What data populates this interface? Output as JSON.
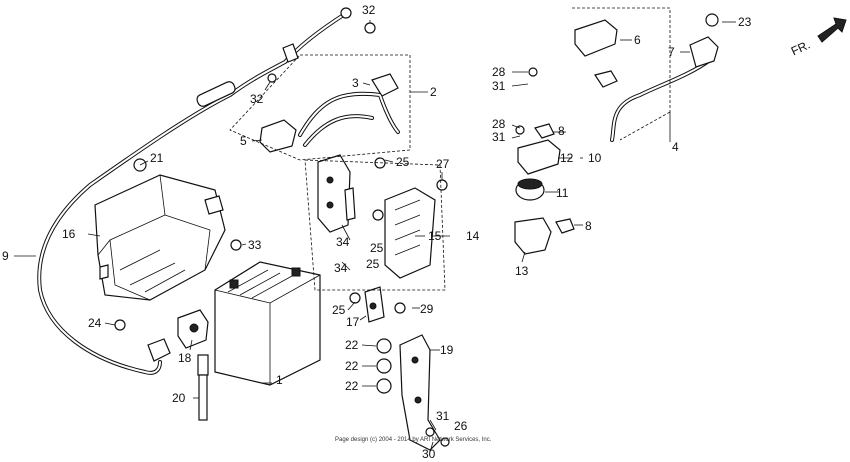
{
  "direction_label": "FR.",
  "footer": "Page design (c) 2004 - 2014 by ARI Network Services, Inc.",
  "callouts": [
    "1",
    "2",
    "3",
    "4",
    "5",
    "6",
    "7",
    "8",
    "8",
    "9",
    "10",
    "11",
    "12",
    "13",
    "14",
    "15",
    "16",
    "17",
    "18",
    "19",
    "20",
    "21",
    "22",
    "22",
    "22",
    "23",
    "24",
    "25",
    "25",
    "25",
    "25",
    "26",
    "27",
    "28",
    "28",
    "29",
    "30",
    "31",
    "31",
    "31",
    "32",
    "32",
    "33",
    "34",
    "34"
  ]
}
